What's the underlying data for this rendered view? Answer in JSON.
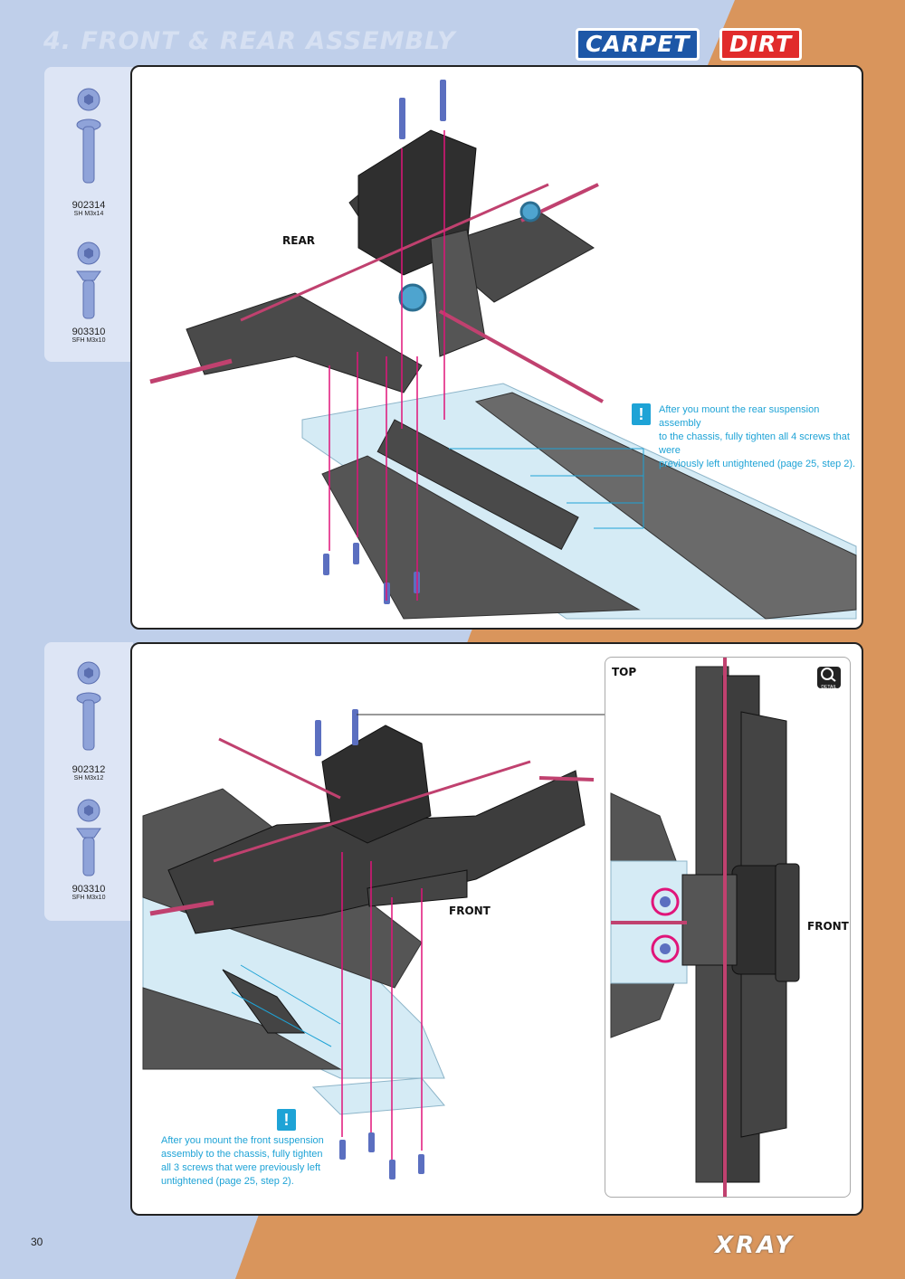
{
  "header": {
    "title": "4. FRONT & REAR ASSEMBLY",
    "badge_carpet": "CARPET",
    "badge_dirt": "DIRT"
  },
  "top_section": {
    "parts": [
      {
        "code": "902314",
        "desc": "SH M3x14"
      },
      {
        "code": "903310",
        "desc": "SFH M3x10"
      }
    ],
    "label_rear": "REAR",
    "warning_symbol": "!",
    "note": [
      "After you mount the rear suspension assembly",
      "to the chassis, fully tighten all 4 screws that were",
      "previously left untightened (page 25, step 2)."
    ]
  },
  "bottom_section": {
    "parts": [
      {
        "code": "902312",
        "desc": "SH M3x12"
      },
      {
        "code": "903310",
        "desc": "SFH M3x10"
      }
    ],
    "label_front": "FRONT",
    "detail": {
      "label_top": "TOP",
      "label_front": "FRONT",
      "detail_icon_text": "DETAIL"
    },
    "warning_symbol": "!",
    "note": [
      "After you mount the front suspension",
      "assembly to the chassis, fully tighten",
      "all 3 screws that were previously left",
      "untightened (page 25, step 2)."
    ]
  },
  "footer": {
    "page_number": "30",
    "brand": "XRAY"
  },
  "colors": {
    "blue_bg": "#bfcfea",
    "orange_bg": "#d9955c",
    "accent_cyan": "#1ea3d6",
    "accent_magenta": "#e0157a"
  }
}
